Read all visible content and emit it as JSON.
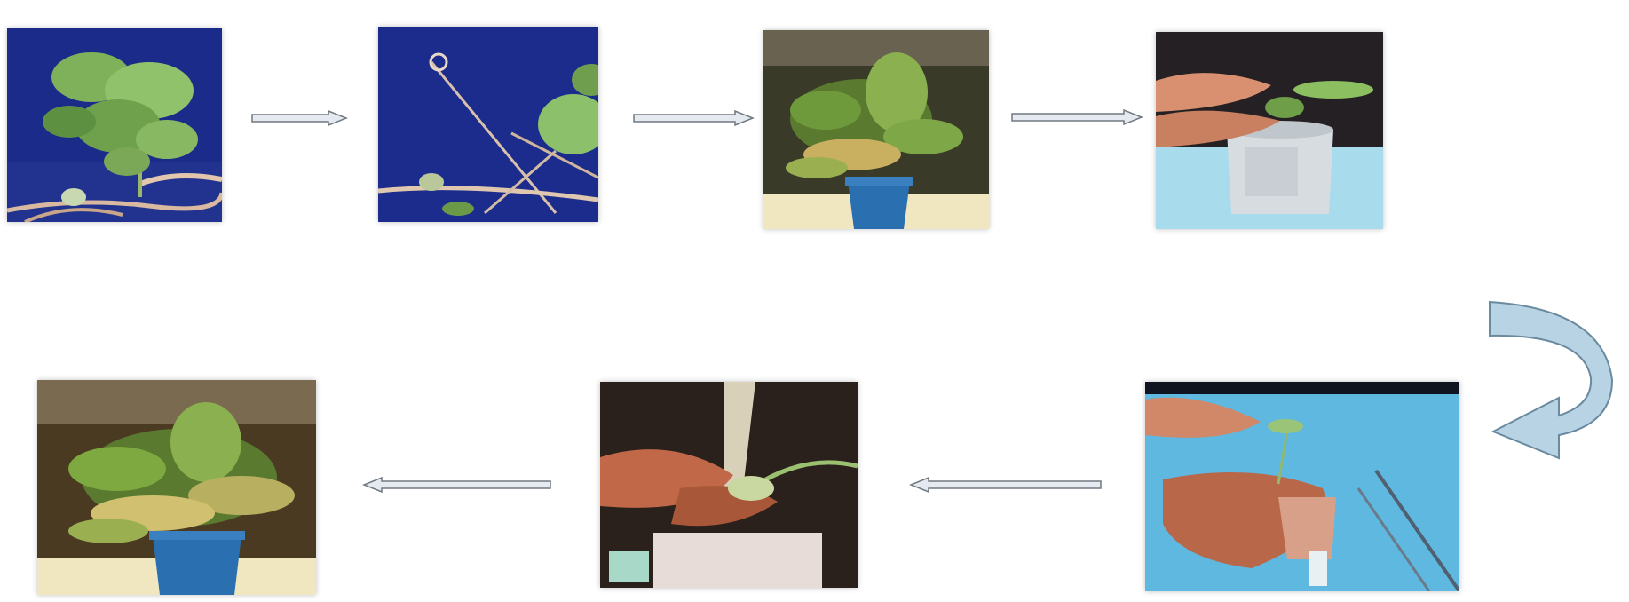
{
  "diagram": {
    "steps": [
      {
        "id": 1,
        "icon": "leafy-plant-photo",
        "background": "#1b2b8a"
      },
      {
        "id": 2,
        "icon": "cut-leaf-petiole-photo",
        "background": "#1c2c8c"
      },
      {
        "id": 3,
        "icon": "potted-plant-photo",
        "background": "#3a3a28"
      },
      {
        "id": 4,
        "icon": "hands-inserting-cutting-photo",
        "background": "#9fd6e8"
      },
      {
        "id": 5,
        "icon": "hands-holding-plantlet-photo",
        "background": "#5fb8e0"
      },
      {
        "id": 6,
        "icon": "hands-transplanting-photo",
        "background": "#2a201c"
      },
      {
        "id": 7,
        "icon": "final-potted-plant-photo",
        "background": "#4a3a22"
      }
    ],
    "connectors": [
      {
        "from": 1,
        "to": 2,
        "icon": "arrow-right-icon"
      },
      {
        "from": 2,
        "to": 3,
        "icon": "arrow-right-icon"
      },
      {
        "from": 3,
        "to": 4,
        "icon": "arrow-right-icon"
      },
      {
        "from": 4,
        "to": 5,
        "icon": "curved-arrow-down-left-icon"
      },
      {
        "from": 5,
        "to": 6,
        "icon": "arrow-left-icon"
      },
      {
        "from": 6,
        "to": 7,
        "icon": "arrow-left-icon"
      }
    ],
    "colors": {
      "arrow_fill": "#e4eaf0",
      "arrow_stroke": "#707880",
      "curved_arrow_fill": "#b8d4e4",
      "curved_arrow_stroke": "#6a8aa0"
    }
  }
}
